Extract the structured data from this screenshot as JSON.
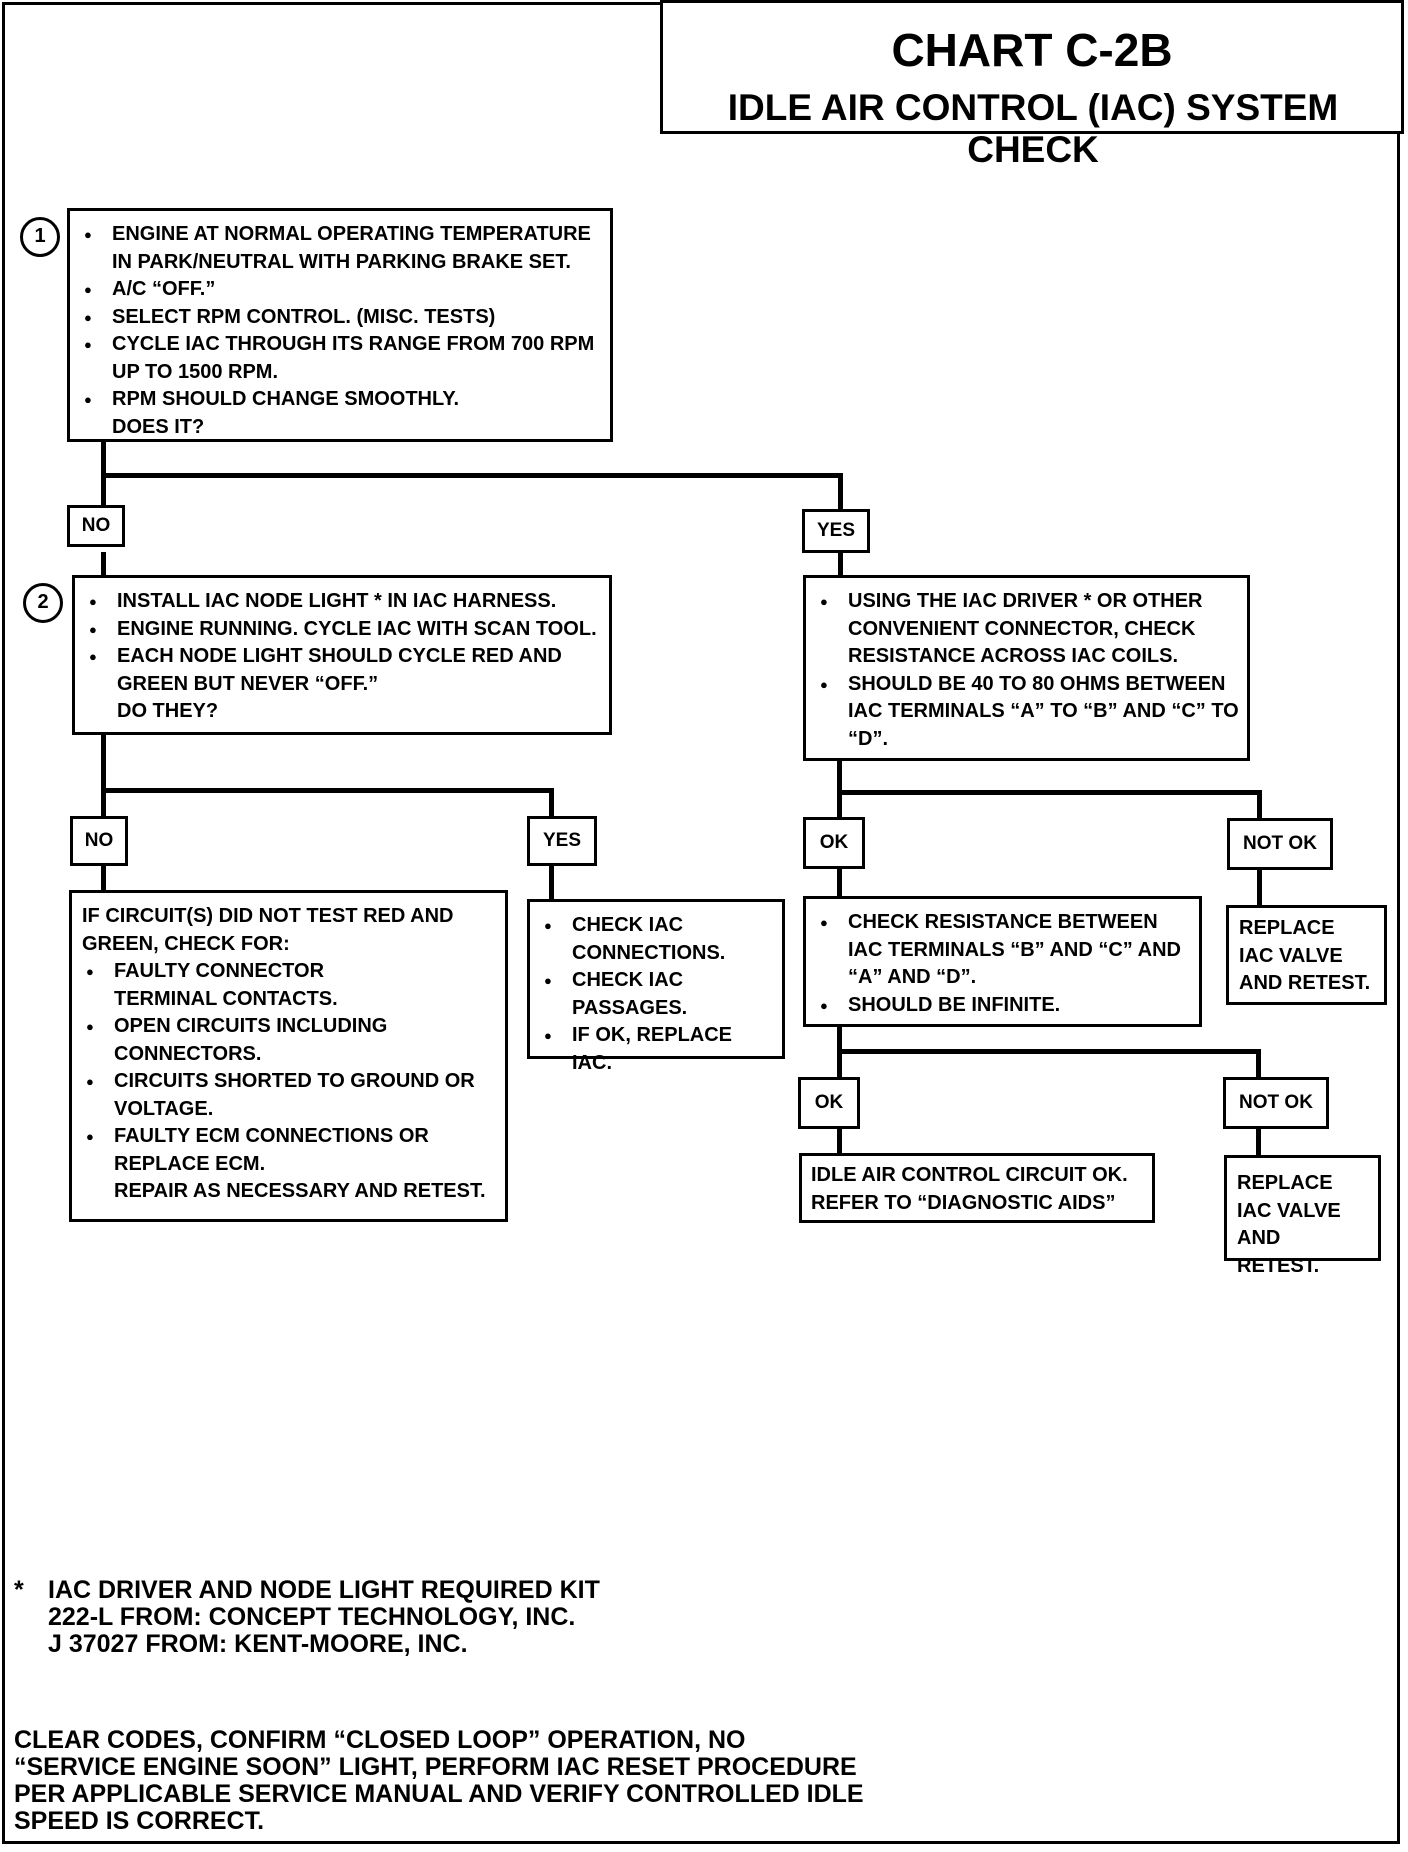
{
  "header": {
    "chart_id": "CHART C-2B",
    "title": "IDLE AIR CONTROL (IAC) SYSTEM CHECK"
  },
  "step1": {
    "number": "1",
    "bullets": [
      "ENGINE AT NORMAL OPERATING TEMPERATURE IN PARK/NEUTRAL WITH PARKING BRAKE SET.",
      "A/C “OFF.”",
      "SELECT RPM CONTROL. (MISC. TESTS)",
      "CYCLE IAC THROUGH ITS RANGE FROM 700 RPM UP TO 1500 RPM.",
      "RPM SHOULD CHANGE SMOOTHLY."
    ],
    "question": "DOES IT?"
  },
  "step2": {
    "number": "2",
    "bullets": [
      "INSTALL IAC NODE LIGHT * IN IAC HARNESS.",
      "ENGINE RUNNING. CYCLE IAC WITH SCAN TOOL.",
      "EACH NODE LIGHT SHOULD CYCLE RED AND GREEN BUT NEVER “OFF.”"
    ],
    "question": "DO THEY?"
  },
  "yes1_box": {
    "bullets": [
      "USING THE IAC DRIVER * OR OTHER CONVENIENT CONNECTOR, CHECK RESISTANCE ACROSS IAC COILS.",
      "SHOULD BE 40 TO 80 OHMS BETWEEN IAC TERMINALS “A” TO “B” AND “C” TO “D”."
    ]
  },
  "no2_box": {
    "intro": "IF CIRCUIT(S) DID NOT TEST RED AND GREEN, CHECK FOR:",
    "bullets": [
      "FAULTY CONNECTOR TERMINAL CONTACTS.",
      "OPEN CIRCUITS INCLUDING CONNECTORS.",
      "CIRCUITS SHORTED TO GROUND OR VOLTAGE.",
      "FAULTY ECM CONNECTIONS OR REPLACE ECM."
    ],
    "outro": "REPAIR AS NECESSARY AND RETEST."
  },
  "yes2_box": {
    "bullets": [
      "CHECK IAC CONNECTIONS.",
      "CHECK IAC PASSAGES.",
      "IF OK, REPLACE IAC."
    ]
  },
  "ok1_box": {
    "bullets": [
      "CHECK RESISTANCE BETWEEN IAC TERMINALS “B” AND “C” AND “A” AND “D”.",
      "SHOULD BE INFINITE."
    ]
  },
  "notok1_box": {
    "text": "REPLACE IAC VALVE AND RETEST."
  },
  "ok2_box": {
    "line1": "IDLE AIR CONTROL CIRCUIT OK.",
    "line2": "REFER TO “DIAGNOSTIC AIDS”"
  },
  "notok2_box": {
    "text": "REPLACE IAC VALVE AND RETEST."
  },
  "labels": {
    "no1": "NO",
    "yes1": "YES",
    "no2": "NO",
    "yes2": "YES",
    "ok1": "OK",
    "notok1": "NOT OK",
    "ok2": "OK",
    "notok2": "NOT OK"
  },
  "tool_note": {
    "asterisk": "*",
    "line1": "IAC DRIVER AND NODE LIGHT REQUIRED KIT",
    "line2": "222-L FROM: CONCEPT TECHNOLOGY, INC.",
    "line3": "J 37027 FROM: KENT-MOORE, INC."
  },
  "footer": {
    "lines": [
      "CLEAR CODES, CONFIRM “CLOSED LOOP” OPERATION, NO",
      "“SERVICE ENGINE SOON” LIGHT, PERFORM IAC RESET PROCEDURE",
      "PER APPLICABLE SERVICE MANUAL AND VERIFY CONTROLLED IDLE",
      "SPEED IS CORRECT."
    ]
  }
}
